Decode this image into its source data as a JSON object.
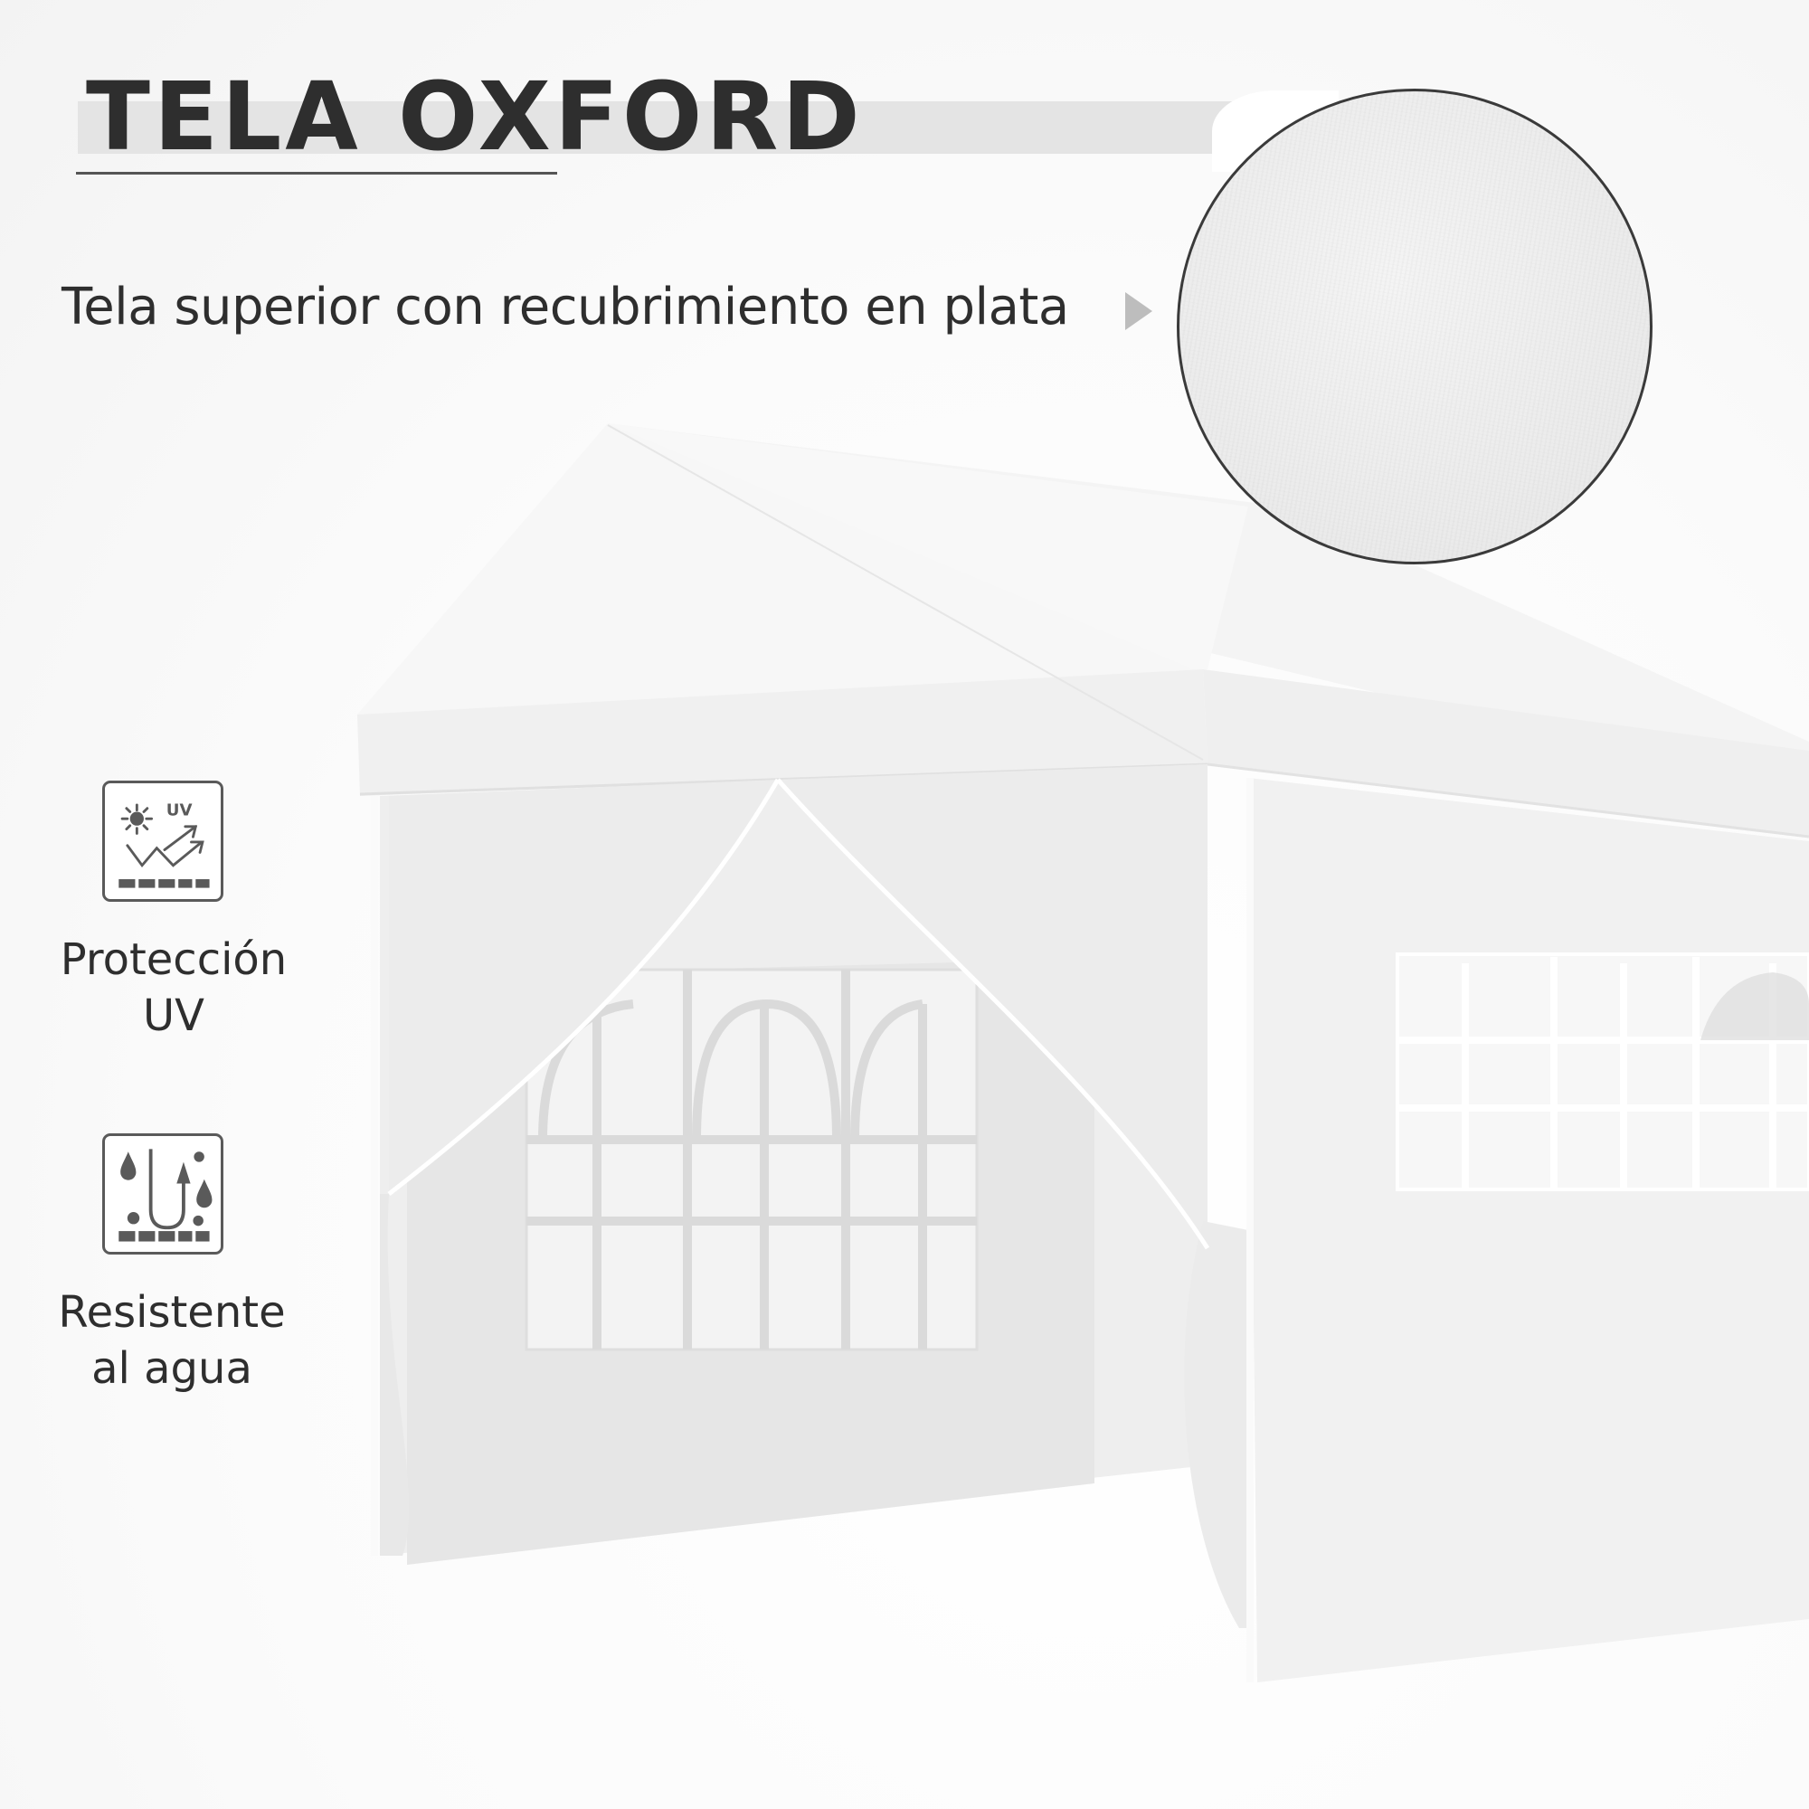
{
  "header": {
    "title": "TELA OXFORD"
  },
  "feature_caption": {
    "text": "Tela superior con recubrimiento en plata",
    "pointer_icon": "triangle-right-icon"
  },
  "swatch": {
    "description": "fabric-texture-closeup"
  },
  "badges": [
    {
      "icon": "uv-protection-icon",
      "icon_text": "UV",
      "label": "Protección UV"
    },
    {
      "icon": "water-resistant-icon",
      "label": "Resistente al agua"
    }
  ],
  "colors": {
    "text": "#2e2e2e",
    "title_band": "#e4e4e4",
    "icon_stroke": "#5a5a5a",
    "pointer": "#bdbdbd",
    "tent_fabric": "#f2f2f2",
    "background": "#fbfbfb"
  }
}
